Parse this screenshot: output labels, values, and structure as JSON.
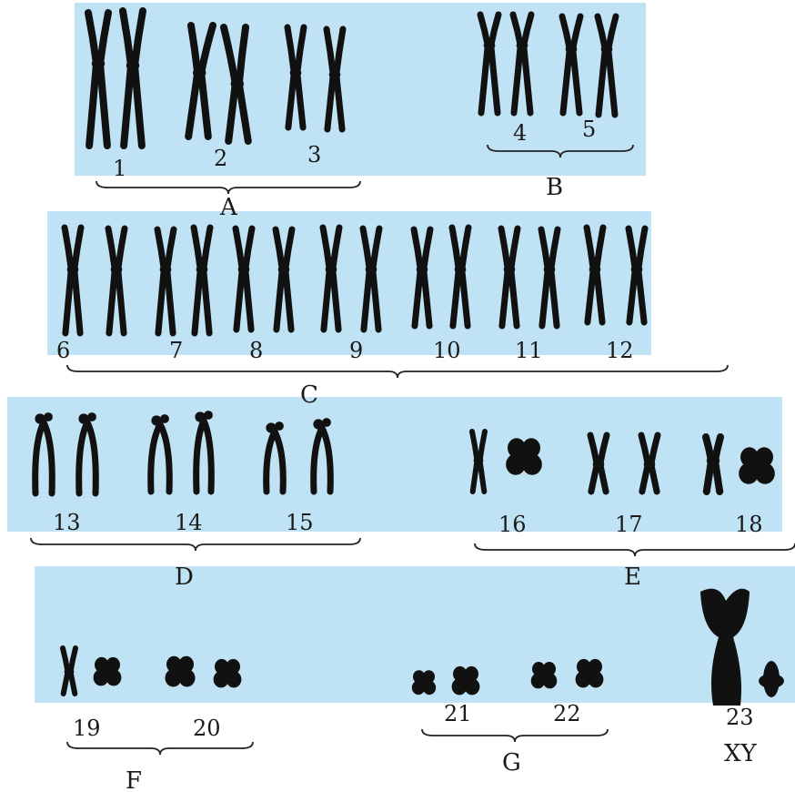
{
  "numbers": [
    "1",
    "2",
    "3",
    "4",
    "5",
    "6",
    "7",
    "8",
    "9",
    "10",
    "11",
    "12",
    "13",
    "14",
    "15",
    "16",
    "17",
    "18",
    "19",
    "20",
    "21",
    "22",
    "23"
  ],
  "groups": [
    "A",
    "B",
    "C",
    "D",
    "E",
    "F",
    "G"
  ],
  "sex_label": "XY",
  "colors": {
    "panel": "#bfe3f4",
    "chromosome": "#111111",
    "text": "#1a1a1a"
  }
}
